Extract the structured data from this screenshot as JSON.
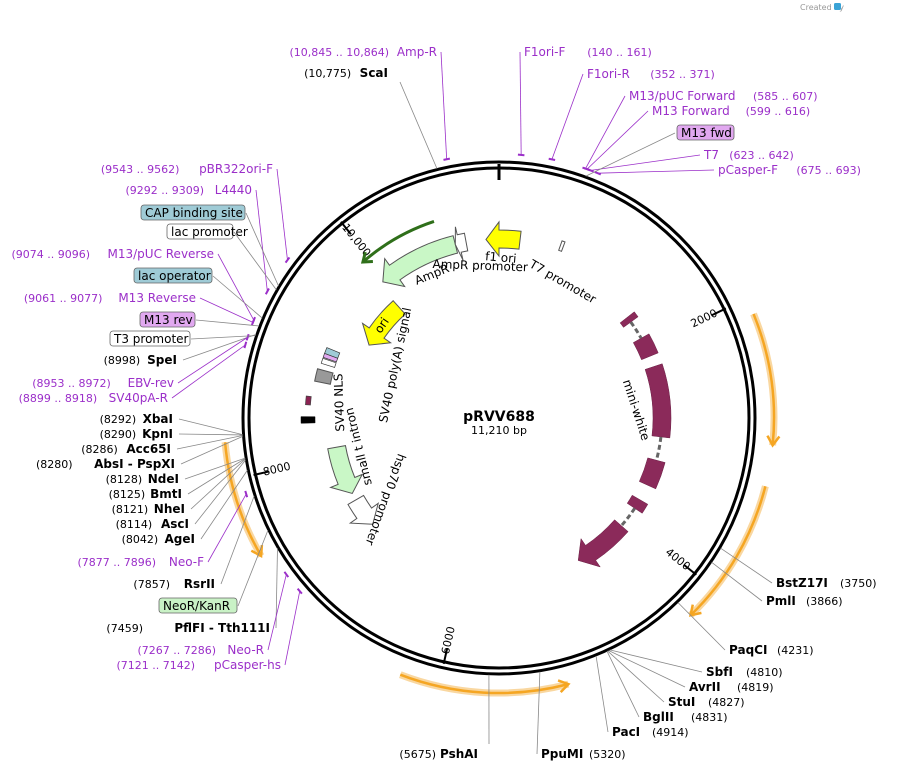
{
  "credit": "Created by",
  "brand": "SnapGene",
  "plasmid": {
    "name": "pRVV688",
    "length": "11,210 bp"
  },
  "total_bp": 11210,
  "ticks": [
    "2000",
    "4000",
    "6000",
    "8000",
    "10,000"
  ],
  "enzymes_right": [
    {
      "name": "BstZ17I",
      "pos": "(3750)"
    },
    {
      "name": "PmlI",
      "pos": "(3866)"
    },
    {
      "name": "PaqCI",
      "pos": "(4231)"
    },
    {
      "name": "SbfI",
      "pos": "(4810)"
    },
    {
      "name": "AvrII",
      "pos": "(4819)"
    },
    {
      "name": "StuI",
      "pos": "(4827)"
    },
    {
      "name": "BglII",
      "pos": "(4831)"
    },
    {
      "name": "PacI",
      "pos": "(4914)"
    },
    {
      "name": "PpuMI",
      "pos": "(5320)"
    },
    {
      "name": "PshAI",
      "pos": "(5675)"
    }
  ],
  "enzymes_left": [
    {
      "name": "ScaI",
      "pos": "(10,775)"
    },
    {
      "name": "SpeI",
      "pos": "(8998)"
    },
    {
      "name": "XbaI",
      "pos": "(8292)"
    },
    {
      "name": "KpnI",
      "pos": "(8290)"
    },
    {
      "name": "Acc65I",
      "pos": "(8286)"
    },
    {
      "name": "AbsI - PspXI",
      "pos": "(8280)"
    },
    {
      "name": "NdeI",
      "pos": "(8128)"
    },
    {
      "name": "BmtI",
      "pos": "(8125)"
    },
    {
      "name": "NheI",
      "pos": "(8121)"
    },
    {
      "name": "AscI",
      "pos": "(8114)"
    },
    {
      "name": "AgeI",
      "pos": "(8042)"
    },
    {
      "name": "RsrII",
      "pos": "(7857)"
    },
    {
      "name": "PflFI - Tth111I",
      "pos": "(7459)"
    }
  ],
  "primers": [
    {
      "name": "Amp-R",
      "range": "(10,845 .. 10,864)"
    },
    {
      "name": "F1ori-F",
      "range": "(140 .. 161)"
    },
    {
      "name": "F1ori-R",
      "range": "(352 .. 371)"
    },
    {
      "name": "M13/pUC Forward",
      "range": "(585 .. 607)"
    },
    {
      "name": "M13 Forward",
      "range": "(599 .. 616)"
    },
    {
      "name": "T7",
      "range": "(623 .. 642)"
    },
    {
      "name": "pCasper-F",
      "range": "(675 .. 693)"
    },
    {
      "name": "pBR322ori-F",
      "range": "(9543 .. 9562)"
    },
    {
      "name": "L4440",
      "range": "(9292 .. 9309)"
    },
    {
      "name": "M13/pUC Reverse",
      "range": "(9074 .. 9096)"
    },
    {
      "name": "M13 Reverse",
      "range": "(9061 .. 9077)"
    },
    {
      "name": "EBV-rev",
      "range": "(8953 .. 8972)"
    },
    {
      "name": "SV40pA-R",
      "range": "(8899 .. 8918)"
    },
    {
      "name": "Neo-F",
      "range": "(7877 .. 7896)"
    },
    {
      "name": "Neo-R",
      "range": "(7267 .. 7286)"
    },
    {
      "name": "pCasper-hs",
      "range": "(7121 .. 7142)"
    }
  ],
  "boxed_labels": [
    {
      "text": "M13 fwd",
      "color": "#e1a8f0"
    },
    {
      "text": "CAP binding site",
      "color": "#9fcbd6"
    },
    {
      "text": "lac promoter",
      "color": "#ffffff"
    },
    {
      "text": "lac operator",
      "color": "#9fcbd6"
    },
    {
      "text": "M13 rev",
      "color": "#e1a8f0"
    },
    {
      "text": "T3 promoter",
      "color": "#ffffff"
    },
    {
      "text": "NeoR/KanR",
      "color": "#c9f2c6"
    }
  ],
  "features": [
    {
      "name": "AmpR",
      "color": "#c9f7c6"
    },
    {
      "name": "AmpR promoter",
      "color": "#ffffff"
    },
    {
      "name": "f1 ori",
      "color": "#ffff00"
    },
    {
      "name": "T7 promoter",
      "color": "#ffffff"
    },
    {
      "name": "ori",
      "color": "#ffff00"
    },
    {
      "name": "SV40 poly(A) signal",
      "color": "#999999"
    },
    {
      "name": "SV40 NLS",
      "color": "#8b2252"
    },
    {
      "name": "small t intron",
      "color": "#ffffff"
    },
    {
      "name": "hsp70 promoter",
      "color": "#ffffff"
    },
    {
      "name": "mini-white",
      "color": "#8b2a5a"
    }
  ],
  "colors": {
    "primer": "#9b2fc9",
    "orf": "#f5a623",
    "mini_white": "#8b2a5a",
    "ampr_green": "#2f6f1a"
  }
}
